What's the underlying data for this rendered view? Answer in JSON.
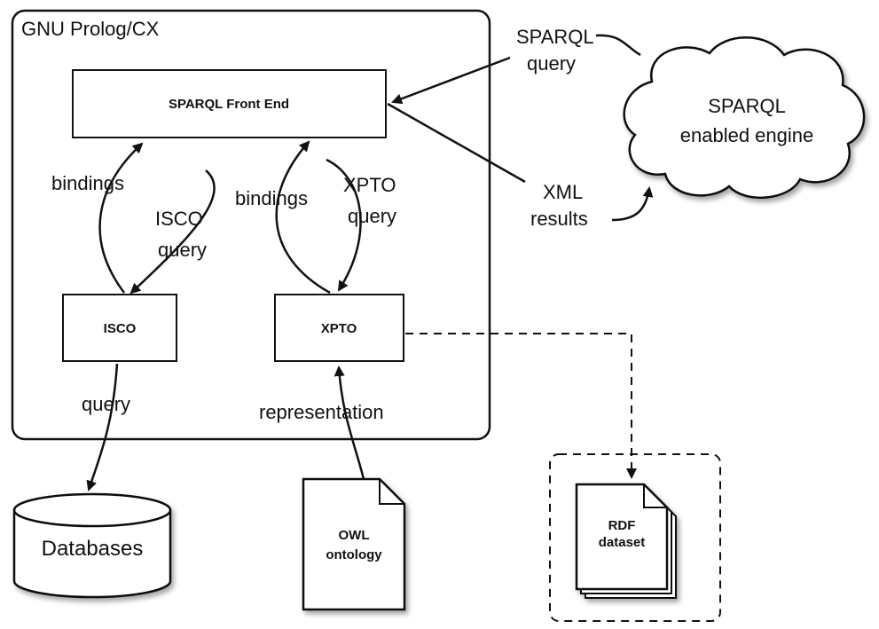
{
  "frame": {
    "title": "GNU Prolog/CX"
  },
  "boxes": {
    "front_end": "SPARQL Front End",
    "isco": "ISCO",
    "xpto": "XPTO"
  },
  "labels": {
    "bindings_left": "bindings",
    "isco_query_1": "ISCO",
    "isco_query_2": "query",
    "bindings_right": "bindings",
    "xpto_query_1": "XPTO",
    "xpto_query_2": "query",
    "query": "query",
    "representation": "representation",
    "sparql_query_1": "SPARQL",
    "sparql_query_2": "query",
    "xml_results_1": "XML",
    "xml_results_2": "results"
  },
  "cloud": {
    "line1": "SPARQL",
    "line2": "enabled engine"
  },
  "databases": "Databases",
  "owl": {
    "line1": "OWL",
    "line2": "ontology"
  },
  "rdf": {
    "line1": "RDF",
    "line2": "dataset"
  }
}
